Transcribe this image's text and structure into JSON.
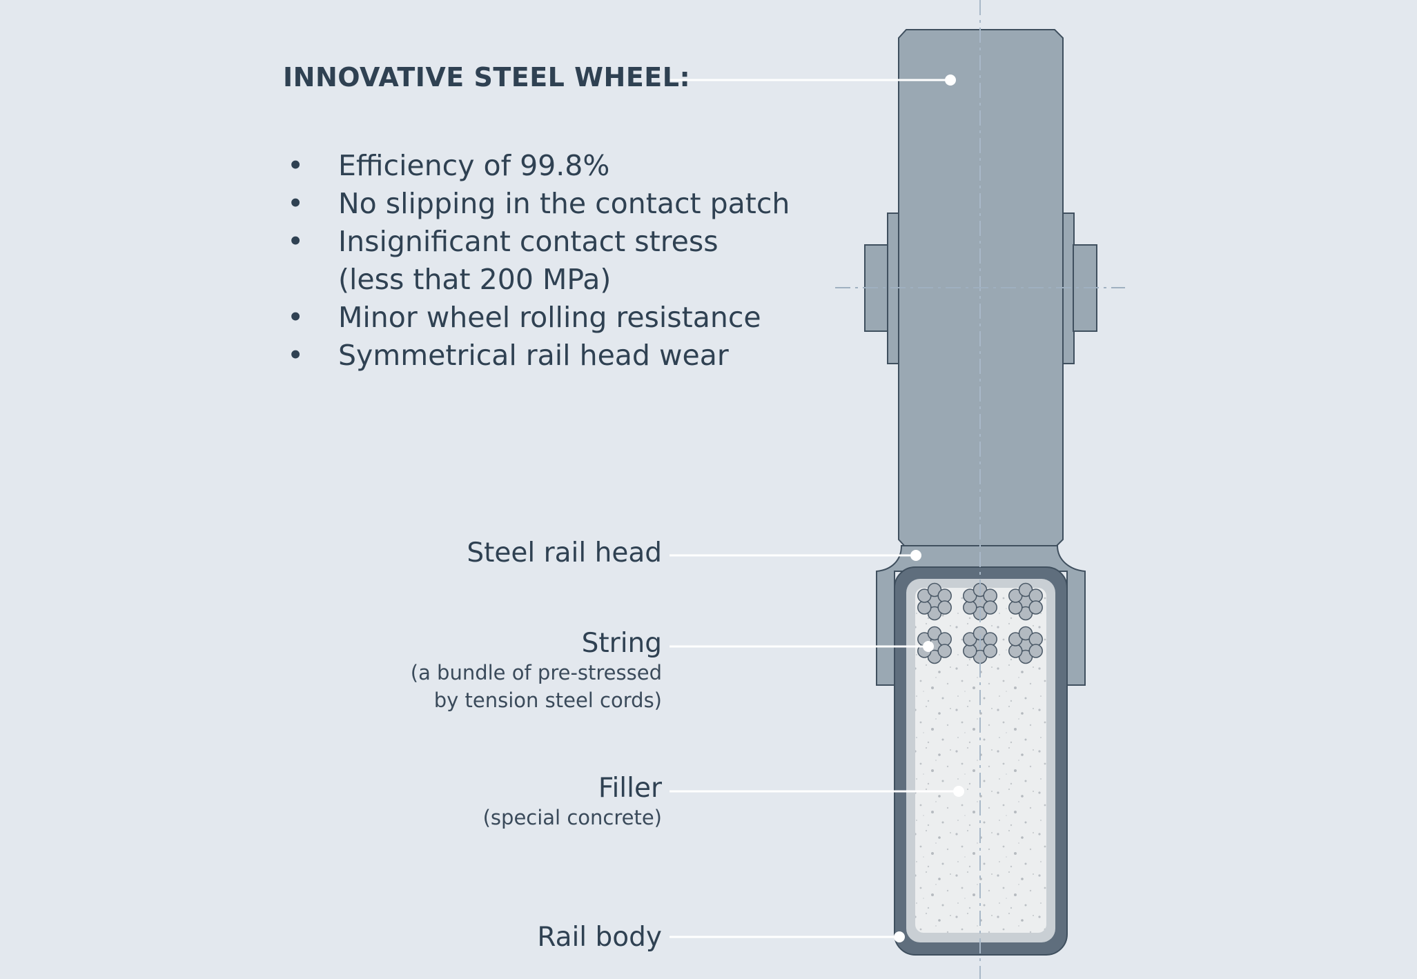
{
  "title": "INNOVATIVE STEEL WHEEL:",
  "features": [
    {
      "text": "Efficiency of 99.8%"
    },
    {
      "text": "No slipping in the contact patch"
    },
    {
      "text": "Insignificant contact stress",
      "continuation": "(less that 200 MPa)"
    },
    {
      "text": "Minor wheel rolling resistance"
    },
    {
      "text": "Symmetrical rail head  wear"
    }
  ],
  "bullet_glyph": "•",
  "labels": {
    "rail_head": {
      "main": "Steel rail head"
    },
    "string": {
      "main": "String",
      "sub1": "(a bundle of pre-stressed",
      "sub2": "by tension steel cords)"
    },
    "filler": {
      "main": "Filler",
      "sub1": "(special concrete)"
    },
    "rail_body": {
      "main": "Rail body"
    }
  },
  "colors": {
    "background": "#e3e8ee",
    "wheel": "#9aa8b3",
    "rail_head": "#9aa8b3",
    "rail_body": "#5f6e7d",
    "rail_inner": "#c9cfd4",
    "filler": "#ebedee",
    "text": "#2f4152",
    "leader": "#ffffff"
  }
}
